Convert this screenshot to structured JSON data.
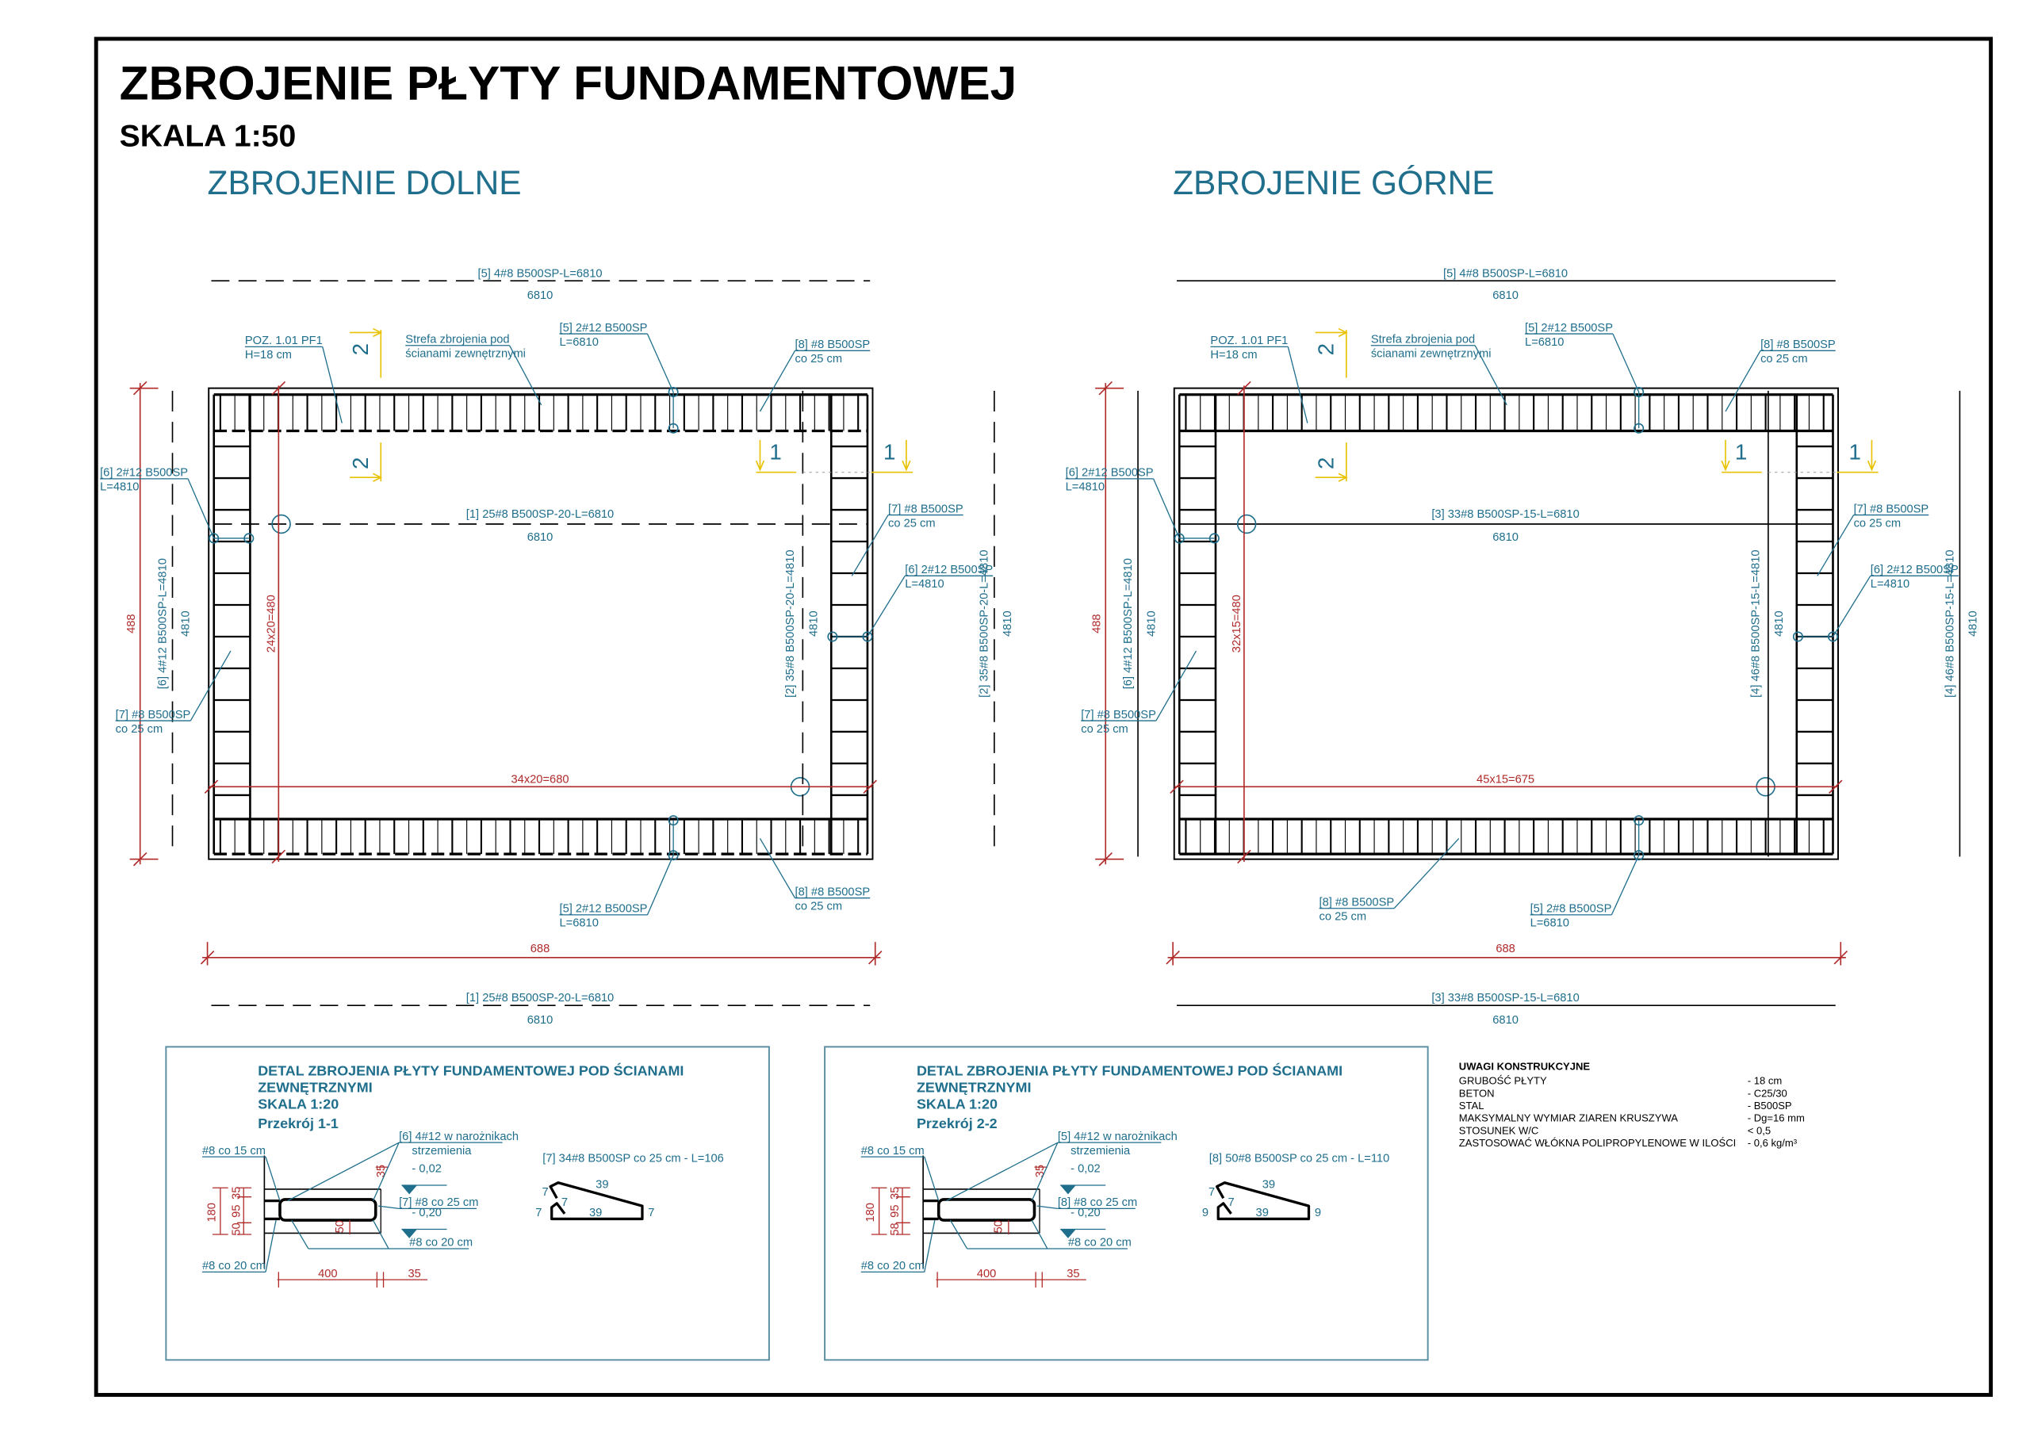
{
  "title": "ZBROJENIE PŁYTY FUNDAMENTOWEJ",
  "scale": "SKALA 1:50",
  "colors": {
    "teal": "#1f6e8c",
    "red": "#b02a2a",
    "yellow": "#e8c200",
    "black": "#000000"
  },
  "plans": [
    {
      "heading": "ZBROJENIE DOLNE",
      "top_bar": "[5] 4#8 B500SP-L=6810",
      "top_len": "6810",
      "mid_bar": "[1] 25#8 B500SP-20-L=6810",
      "mid_len": "6810",
      "bottom_bar": "[1] 25#8 B500SP-20-L=6810",
      "bottom_len": "6810",
      "dim_h": "34x20=680",
      "dim_v": "24x20=480",
      "dim_height": "488",
      "dim_width": "688",
      "left_bar": "[6] 4#12 B500SP-L=4810",
      "left_len": "4810",
      "inner_right_bar": "[2] 35#8 B500SP-20-L=4810",
      "inner_right_len": "4810",
      "outer_right_bar": "[2] 35#8 B500SP-20-L=4810",
      "outer_right_len": "4810",
      "sections": [
        "2",
        "2",
        "1",
        "1"
      ],
      "callouts": [
        {
          "l1": "POZ. 1.01 PF1",
          "l2": "H=18 cm"
        },
        {
          "l1": "Strefa zbrojenia pod",
          "l2": "ścianami zewnętrznymi"
        },
        {
          "l1": "[5] 2#12 B500SP",
          "l2": "L=6810"
        },
        {
          "l1": "[8] #8 B500SP",
          "l2": "co 25 cm"
        },
        {
          "l1": "[6] 2#12 B500SP",
          "l2": "L=4810"
        },
        {
          "l1": "[7] #8 B500SP",
          "l2": "co 25 cm"
        },
        {
          "l1": "[6] 2#12 B500SP",
          "l2": "L=4810"
        },
        {
          "l1": "[7] #8 B500SP",
          "l2": "co 25 cm"
        },
        {
          "l1": "[5] 2#12 B500SP",
          "l2": "L=6810"
        },
        {
          "l1": "[8] #8 B500SP",
          "l2": "co 25 cm"
        }
      ]
    },
    {
      "heading": "ZBROJENIE GÓRNE",
      "top_bar": "[5] 4#8 B500SP-L=6810",
      "top_len": "6810",
      "mid_bar": "[3] 33#8 B500SP-15-L=6810",
      "mid_len": "6810",
      "bottom_bar": "[3] 33#8 B500SP-15-L=6810",
      "bottom_len": "6810",
      "dim_h": "45x15=675",
      "dim_v": "32x15=480",
      "dim_height": "488",
      "dim_width": "688",
      "left_bar": "[6] 4#12 B500SP-L=4810",
      "left_len": "4810",
      "inner_right_bar": "[4] 46#8 B500SP-15-L=4810",
      "inner_right_len": "4810",
      "outer_right_bar": "[4] 46#8 B500SP-15-L=4810",
      "outer_right_len": "4810",
      "sections": [
        "2",
        "2",
        "1",
        "1"
      ],
      "callouts": [
        {
          "l1": "POZ. 1.01 PF1",
          "l2": "H=18 cm"
        },
        {
          "l1": "Strefa zbrojenia pod",
          "l2": "ścianami zewnętrznymi"
        },
        {
          "l1": "[5] 2#12 B500SP",
          "l2": "L=6810"
        },
        {
          "l1": "[8] #8 B500SP",
          "l2": "co 25 cm"
        },
        {
          "l1": "[6] 2#12 B500SP",
          "l2": "L=4810"
        },
        {
          "l1": "[7] #8 B500SP",
          "l2": "co 25 cm"
        },
        {
          "l1": "[6] 2#12 B500SP",
          "l2": "L=4810"
        },
        {
          "l1": "[7] #8 B500SP",
          "l2": "co 25 cm"
        },
        {
          "l1": "[5] 2#8 B500SP",
          "l2": "L=6810"
        },
        {
          "l1": "[8] #8 B500SP",
          "l2": "co 25 cm"
        }
      ]
    }
  ],
  "details": [
    {
      "title1": "DETAL ZBROJENIA PŁYTY FUNDAMENTOWEJ POD ŚCIANAMI",
      "title2": "ZEWNĘTRZNYMI",
      "scale": "SKALA 1:20",
      "section": "Przekrój 1-1",
      "top_stirrup": "#8 co 15 cm",
      "corner_bars": "[6] 4#12 w narożnikach",
      "corner_bars2": "strzemienia",
      "cover_top": "35",
      "level_top": "- 0,02",
      "stirrup": "[7] #8 co 25 cm",
      "level_bottom": "- 0,20",
      "bottom_right": "#8 co 20 cm",
      "bottom_left": "#8 co 20 cm",
      "dim_total": "180",
      "dim_a": "50",
      "dim_b": "95",
      "dim_c": "35",
      "dim_cover": "50",
      "dim_width": "400",
      "dim_edge": "35",
      "shape_label": "[7] 34#8 B500SP co 25 cm - L=106",
      "shape_dims": [
        "39",
        "7",
        "7",
        "39",
        "7",
        "7"
      ]
    },
    {
      "title1": "DETAL ZBROJENIA PŁYTY FUNDAMENTOWEJ POD ŚCIANAMI",
      "title2": "ZEWNĘTRZNYMI",
      "scale": "SKALA 1:20",
      "section": "Przekrój 2-2",
      "top_stirrup": "#8 co 15 cm",
      "corner_bars": "[5] 4#12 w narożnikach",
      "corner_bars2": "strzemienia",
      "cover_top": "35",
      "level_top": "- 0,02",
      "stirrup": "[8] #8 co 25 cm",
      "level_bottom": "- 0,20",
      "bottom_right": "#8 co 20 cm",
      "bottom_left": "#8 co 20 cm",
      "dim_total": "180",
      "dim_a": "58",
      "dim_b": "95",
      "dim_c": "35",
      "dim_cover": "50",
      "dim_width": "400",
      "dim_edge": "35",
      "shape_label": "[8] 50#8 B500SP co 25 cm - L=110",
      "shape_dims": [
        "39",
        "7",
        "7",
        "39",
        "9",
        "9"
      ]
    }
  ],
  "notes": {
    "heading": "UWAGI KONSTRUKCYJNE",
    "rows": [
      {
        "label": "GRUBOŚĆ PŁYTY",
        "value": "- 18 cm"
      },
      {
        "label": "BETON",
        "value": "- C25/30"
      },
      {
        "label": "STAL",
        "value": "- B500SP"
      },
      {
        "label": "MAKSYMALNY WYMIAR ZIAREN KRUSZYWA",
        "value": "- Dg=16 mm"
      },
      {
        "label": "STOSUNEK W/C",
        "value": "< 0,5"
      },
      {
        "label": "ZASTOSOWAĆ WŁÓKNA POLIPROPYLENOWE W ILOŚCI",
        "value": "- 0,6 kg/m³"
      }
    ]
  }
}
